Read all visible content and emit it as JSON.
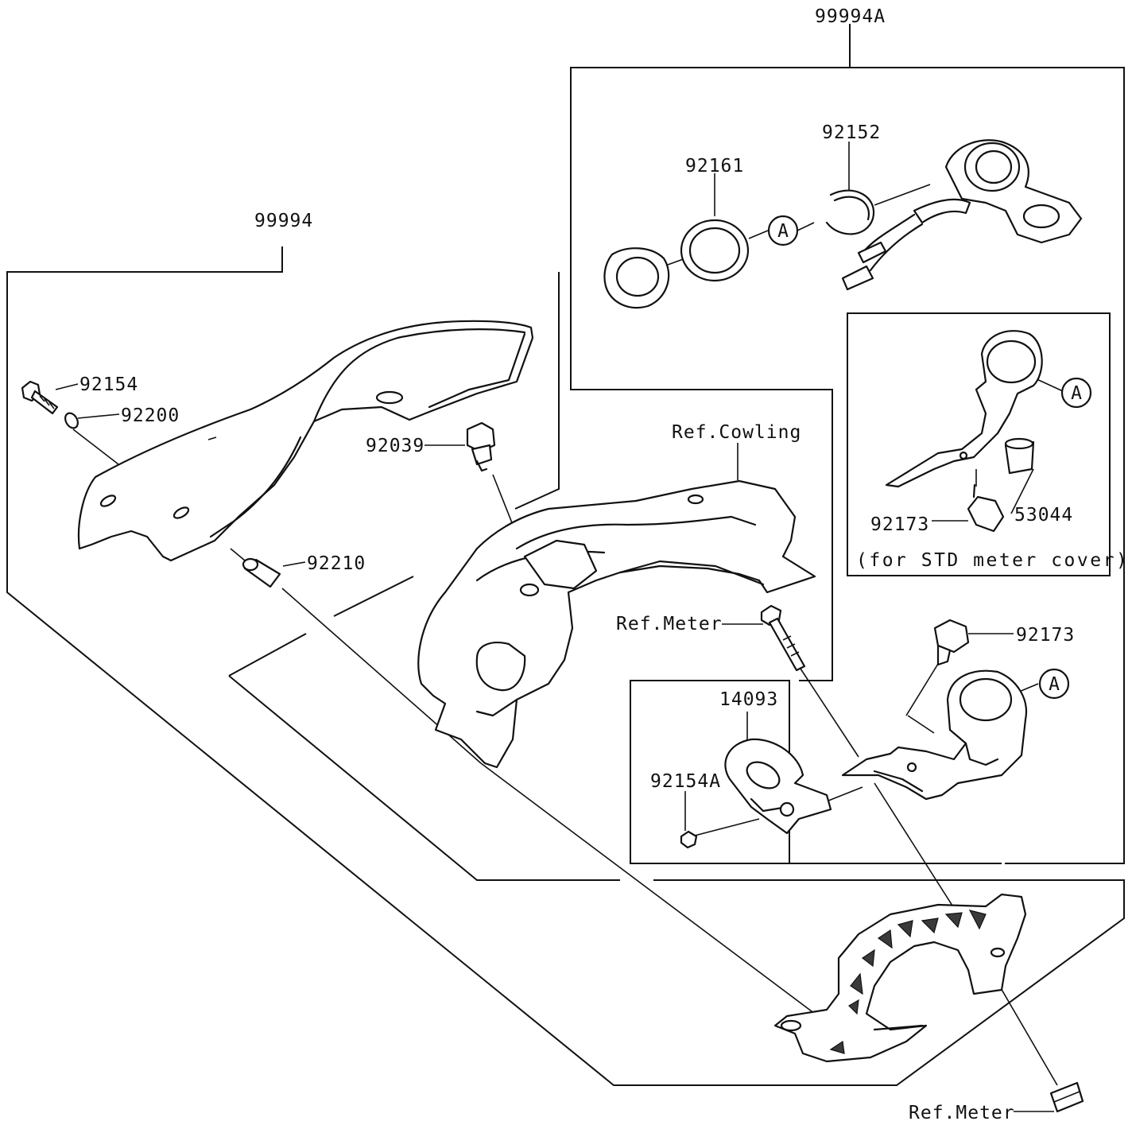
{
  "callouts": {
    "p99994A": "99994A",
    "p99994": "99994",
    "p92152": "92152",
    "p92161": "92161",
    "p92154": "92154",
    "p92200": "92200",
    "p92039": "92039",
    "ref_cowling": "Ref.Cowling",
    "p92210": "92210",
    "ref_meter_1": "Ref.Meter",
    "p14093": "14093",
    "p92154A": "92154A",
    "p92173_inset": "92173",
    "p53044": "53044",
    "inset_note": "(for STD meter cover)",
    "p92173": "92173",
    "ref_meter_2": "Ref.Meter"
  },
  "markers": {
    "a1": "A",
    "a2": "A",
    "a3": "A"
  },
  "colors": {
    "line": "#111111",
    "background": "#ffffff",
    "shade": "#cfcfcf"
  }
}
